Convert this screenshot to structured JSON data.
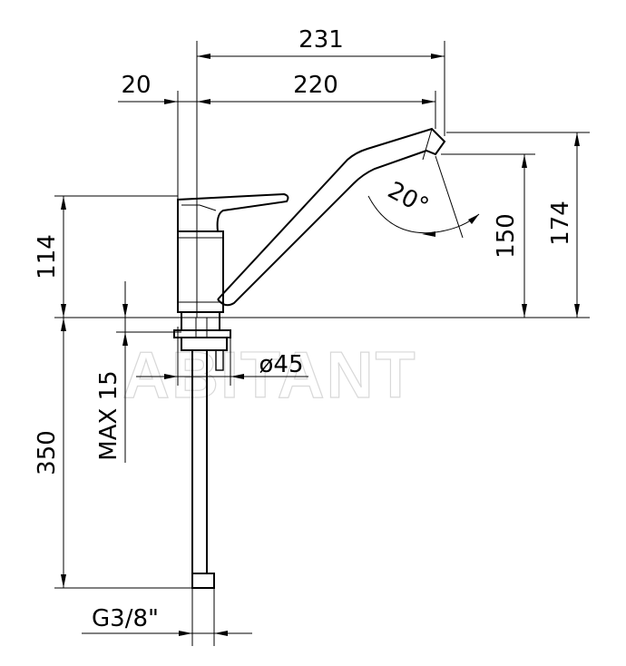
{
  "drawing": {
    "watermark": "ABITANT",
    "dimensions": {
      "overall_reach": "231",
      "spout_reach": "220",
      "body_offset": "20",
      "body_height": "114",
      "outlet_height": "150",
      "overall_height": "174",
      "swivel_angle": "20°",
      "base_diameter": "ø45",
      "max_thickness": "MAX 15",
      "hose_length": "350",
      "connection_thread": "G3/8\""
    }
  }
}
